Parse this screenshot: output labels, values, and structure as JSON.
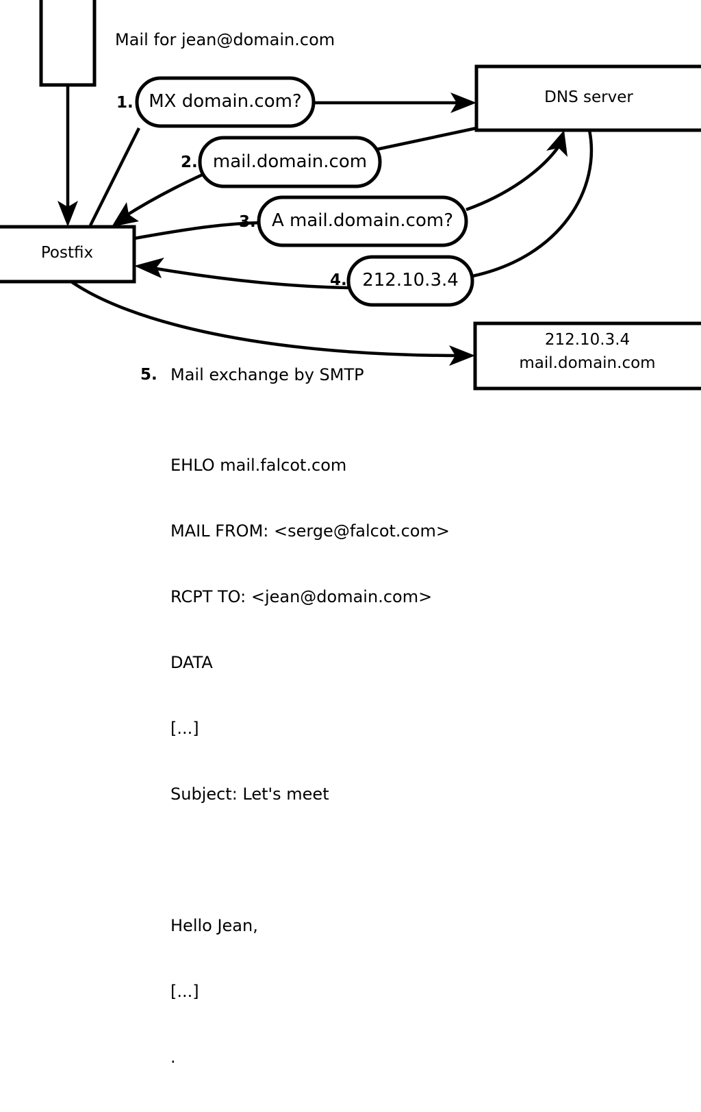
{
  "diagram": {
    "title_note": "Mail for jean@domain.com",
    "nodes": [
      {
        "id": "sender-client",
        "label": ""
      },
      {
        "id": "postfix",
        "label": "Postfix"
      },
      {
        "id": "dns-server",
        "label": "DNS server"
      },
      {
        "id": "mail-server",
        "label_line1": "212.10.3.4",
        "label_line2": "mail.domain.com"
      }
    ],
    "steps": [
      {
        "num": "1.",
        "label": "MX domain.com?"
      },
      {
        "num": "2.",
        "label": "mail.domain.com"
      },
      {
        "num": "3.",
        "label": "A mail.domain.com?"
      },
      {
        "num": "4.",
        "label": "212.10.3.4"
      }
    ],
    "smtp_step": {
      "num": "5.",
      "label": "Mail exchange by SMTP"
    },
    "transcript": [
      "EHLO mail.falcot.com",
      "MAIL FROM: <serge@falcot.com>",
      "RCPT TO: <jean@domain.com>",
      "DATA",
      "[...]",
      "Subject: Let's meet",
      "",
      "Hello Jean,",
      "[...]",
      "."
    ],
    "colors": {
      "stroke": "#000000",
      "fill": "#ffffff",
      "text": "#000000"
    }
  }
}
